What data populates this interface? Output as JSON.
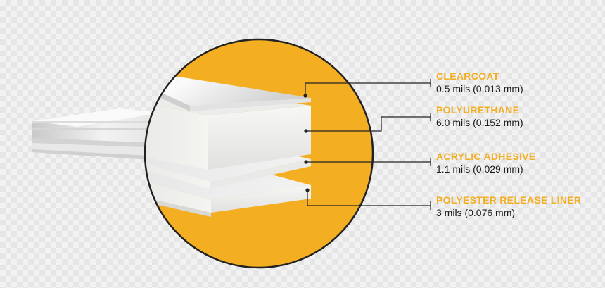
{
  "colors": {
    "accent": "#F3AE22",
    "outline": "#222222",
    "label": "#F3AE22"
  },
  "layers": [
    {
      "name": "CLEARCOAT",
      "spec": "0.5 mils (0.013 mm)"
    },
    {
      "name": "POLYURETHANE",
      "spec": "6.0 mils (0.152 mm)"
    },
    {
      "name": "ACRYLIC ADHESIVE",
      "spec": "1.1 mils (0.029 mm)"
    },
    {
      "name": "POLYESTER RELEASE LINER",
      "spec": "3 mils (0.076 mm)"
    }
  ]
}
